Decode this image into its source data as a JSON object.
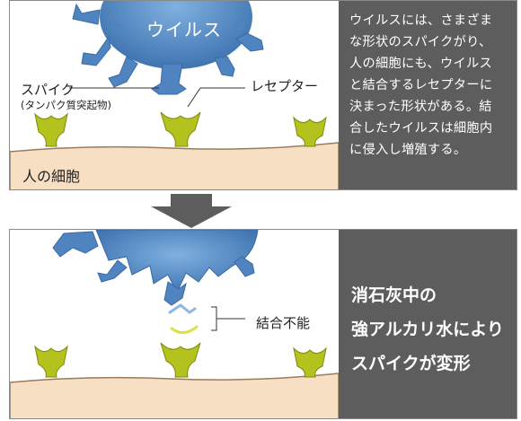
{
  "top_panel": {
    "virus_label": "ウイルス",
    "spike_label": "スパイク",
    "spike_sublabel": "(タンパク質突起物)",
    "receptor_label": "レセプター",
    "cell_label": "人の細胞",
    "description": "ウイルスには、さまざま\nな形状のスパイクがり、\n人の細胞にも、ウイルス\nと結合するレセプターに\n決まった形状がある。結\n合したウイルスは細胞内\nに侵入し増殖する。"
  },
  "bottom_panel": {
    "no_bind_label": "結合不能",
    "description": "消石灰中の\n強アルカリ水により\nスパイクが変形"
  },
  "colors": {
    "virus_blue": "#5b8fc9",
    "virus_dark": "#3d6ea8",
    "receptor_green": "#b3c21c",
    "cell_fill": "#f7dfc4",
    "sidebar_bg": "#5d5d5d"
  }
}
